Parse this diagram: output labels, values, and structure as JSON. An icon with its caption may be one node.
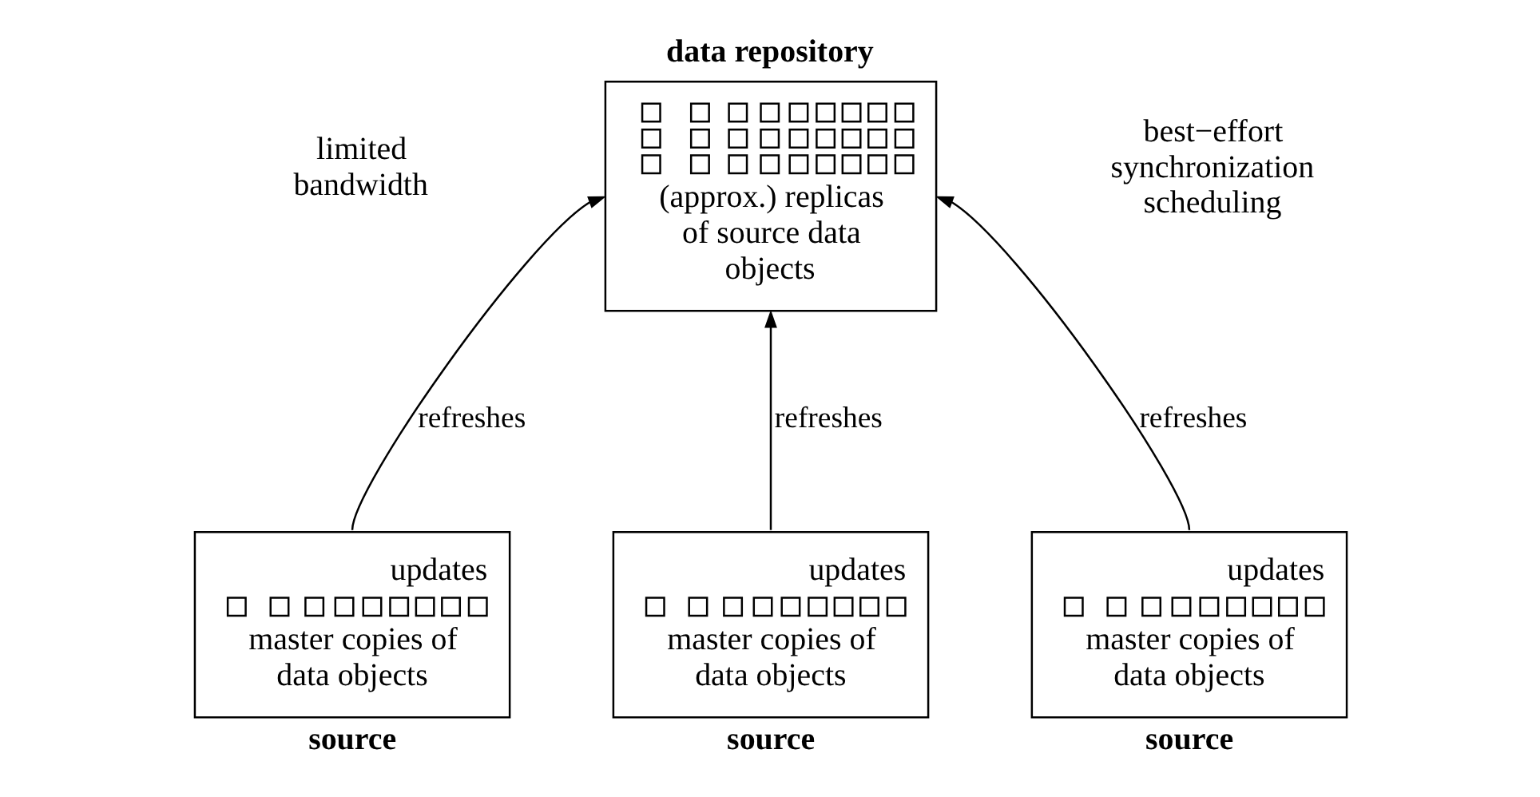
{
  "diagram": {
    "nodes": [
      {
        "text": [
          "data repository",
          "(approx.) replicas of source data objects"
        ]
      },
      {
        "text": [
          "updates",
          "master copies of data objects",
          "source"
        ]
      },
      {
        "text": [
          "updates",
          "master copies of data objects",
          "source"
        ]
      },
      {
        "text": [
          "updates",
          "master copies of data objects",
          "source"
        ]
      }
    ],
    "edges": [
      {
        "from": 1,
        "to": 0,
        "arrow": "to",
        "label": "refreshes"
      },
      {
        "from": 2,
        "to": 0,
        "arrow": "to",
        "label": "refreshes"
      },
      {
        "from": 3,
        "to": 0,
        "arrow": "to",
        "label": "refreshes"
      }
    ],
    "labels": [
      "limited bandwidth",
      "best−effort synchronization scheduling"
    ]
  }
}
